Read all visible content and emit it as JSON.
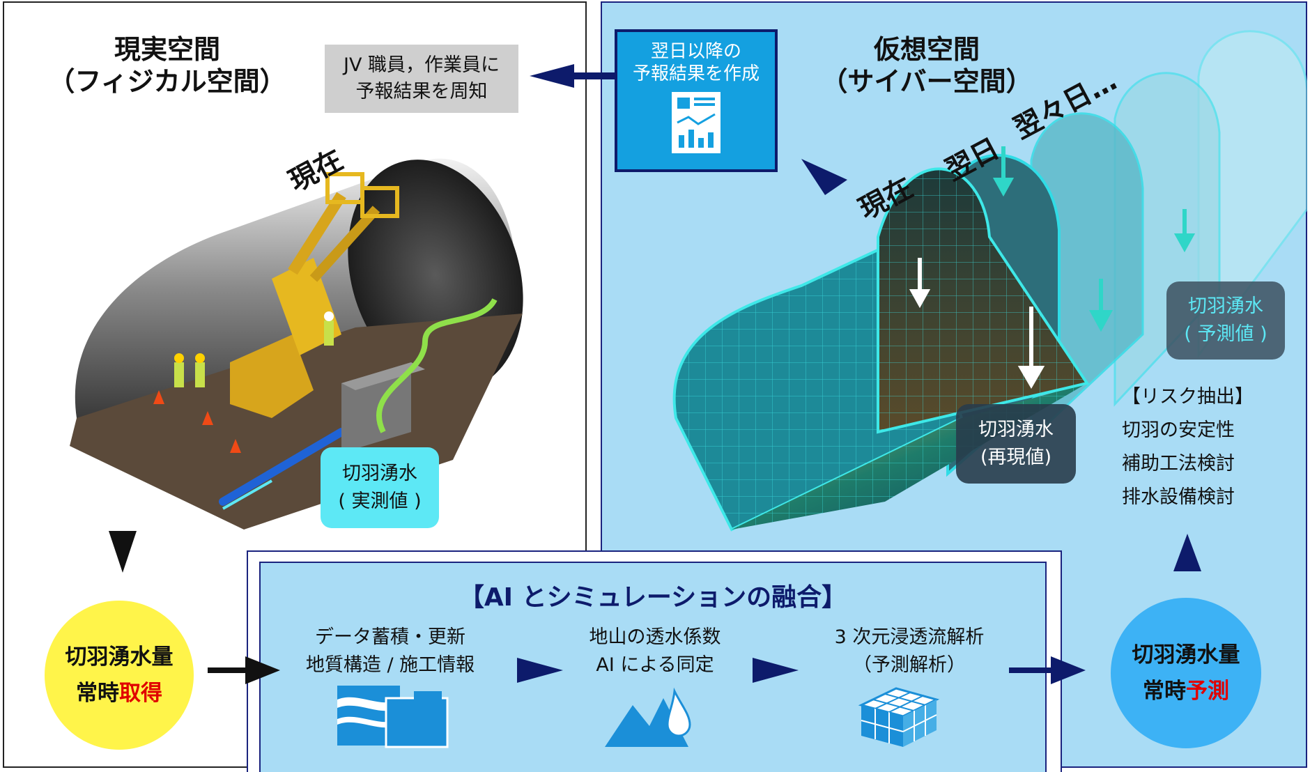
{
  "real_space": {
    "title_line1": "現実空間",
    "title_line2": "（フィジカル空間）",
    "notice_line1": "JV 職員，作業員に",
    "notice_line2": "予報結果を周知",
    "genzai_label": "現在",
    "measured_line1": "切羽湧水",
    "measured_line2": "( 実測値 )"
  },
  "cyber_space": {
    "title_line1": "仮想空間",
    "title_line2": "（サイバー空間）",
    "forecast_line1": "翌日以降の",
    "forecast_line2": "予報結果を作成",
    "label_genzai": "現在",
    "label_yokujitsu": "翌日",
    "label_yokuyokujitsu": "翌々日…",
    "reproduced_line1": "切羽湧水",
    "reproduced_line2": "(再現値)",
    "predicted_line1": "切羽湧水",
    "predicted_line2": "( 予測値 )",
    "risk_title": "【リスク抽出】",
    "risk_items": [
      "切羽の安定性",
      "補助工法検討",
      "排水設備検討"
    ]
  },
  "acquire_circle": {
    "line1": "切羽湧水量",
    "line2_prefix": "常時",
    "line2_emph": "取得"
  },
  "predict_circle": {
    "line1": "切羽湧水量",
    "line2_prefix": "常時",
    "line2_emph": "予測"
  },
  "ai_fusion": {
    "title": "【AI とシミュレーションの融合】",
    "steps": [
      {
        "line1": "データ蓄積・更新",
        "line2": "地質構造 / 施工情報",
        "icon": "documents-icon"
      },
      {
        "line1": "地山の透水係数",
        "line2": "AI による同定",
        "icon": "mountain-water-icon"
      },
      {
        "line1": "3 次元浸透流解析",
        "line2": "（予測解析）",
        "icon": "grid-cube-icon"
      }
    ]
  },
  "colors": {
    "navy": "#0d1b6b",
    "cyan_label": "#5de8f5",
    "yellow_circle": "#fff44a",
    "blue_circle": "#3db2f5",
    "cyber_bg": "#a9dcf5",
    "emphasis_red": "#e00000"
  }
}
